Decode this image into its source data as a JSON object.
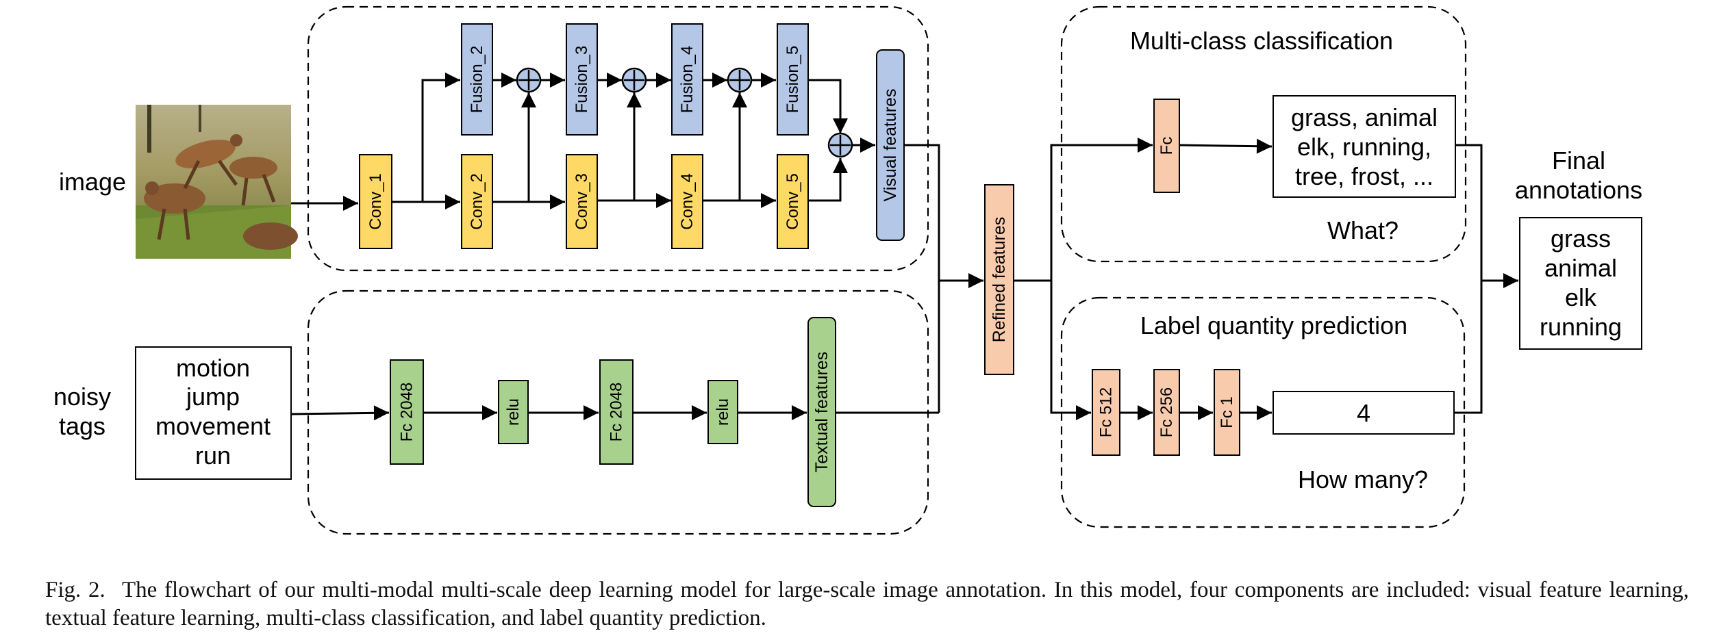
{
  "inputs": {
    "image_label": "image",
    "noisy_tags_label": [
      "noisy",
      "tags"
    ],
    "tags_box": [
      "motion",
      "jump",
      "movement",
      "run"
    ]
  },
  "visual_branch": {
    "conv_blocks": [
      "Conv_1",
      "Conv_2",
      "Conv_3",
      "Conv_4",
      "Conv_5"
    ],
    "fusion_blocks": [
      "Fusion_2",
      "Fusion_3",
      "Fusion_4",
      "Fusion_5"
    ],
    "output": "Visual features"
  },
  "textual_branch": {
    "layers": [
      "Fc 2048",
      "relu",
      "Fc 2048",
      "relu"
    ],
    "output": "Textual features"
  },
  "refined": "Refined features",
  "classification": {
    "title": "Multi-class classification",
    "fc": "Fc",
    "output_lines": [
      "grass, animal",
      "elk, running,",
      "tree, frost, ..."
    ],
    "question": "What?"
  },
  "quantity": {
    "title": "Label quantity prediction",
    "layers": [
      "Fc 512",
      "Fc 256",
      "Fc 1"
    ],
    "output": "4",
    "question": "How many?"
  },
  "final": {
    "title": [
      "Final",
      "annotations"
    ],
    "items": [
      "grass",
      "animal",
      "elk",
      "running"
    ]
  },
  "caption": {
    "label": "Fig. 2.",
    "text": "The flowchart of our multi-modal multi-scale deep learning model for large-scale image annotation. In this model, four components are included: visual feature learning, textual feature learning, multi-class classification, and label quantity prediction."
  },
  "colors": {
    "conv": "#FFD966",
    "fusion": "#B4C7E7",
    "text_fc": "#A9D18E",
    "refined": "#F8CBAD",
    "stroke": "#000000"
  }
}
